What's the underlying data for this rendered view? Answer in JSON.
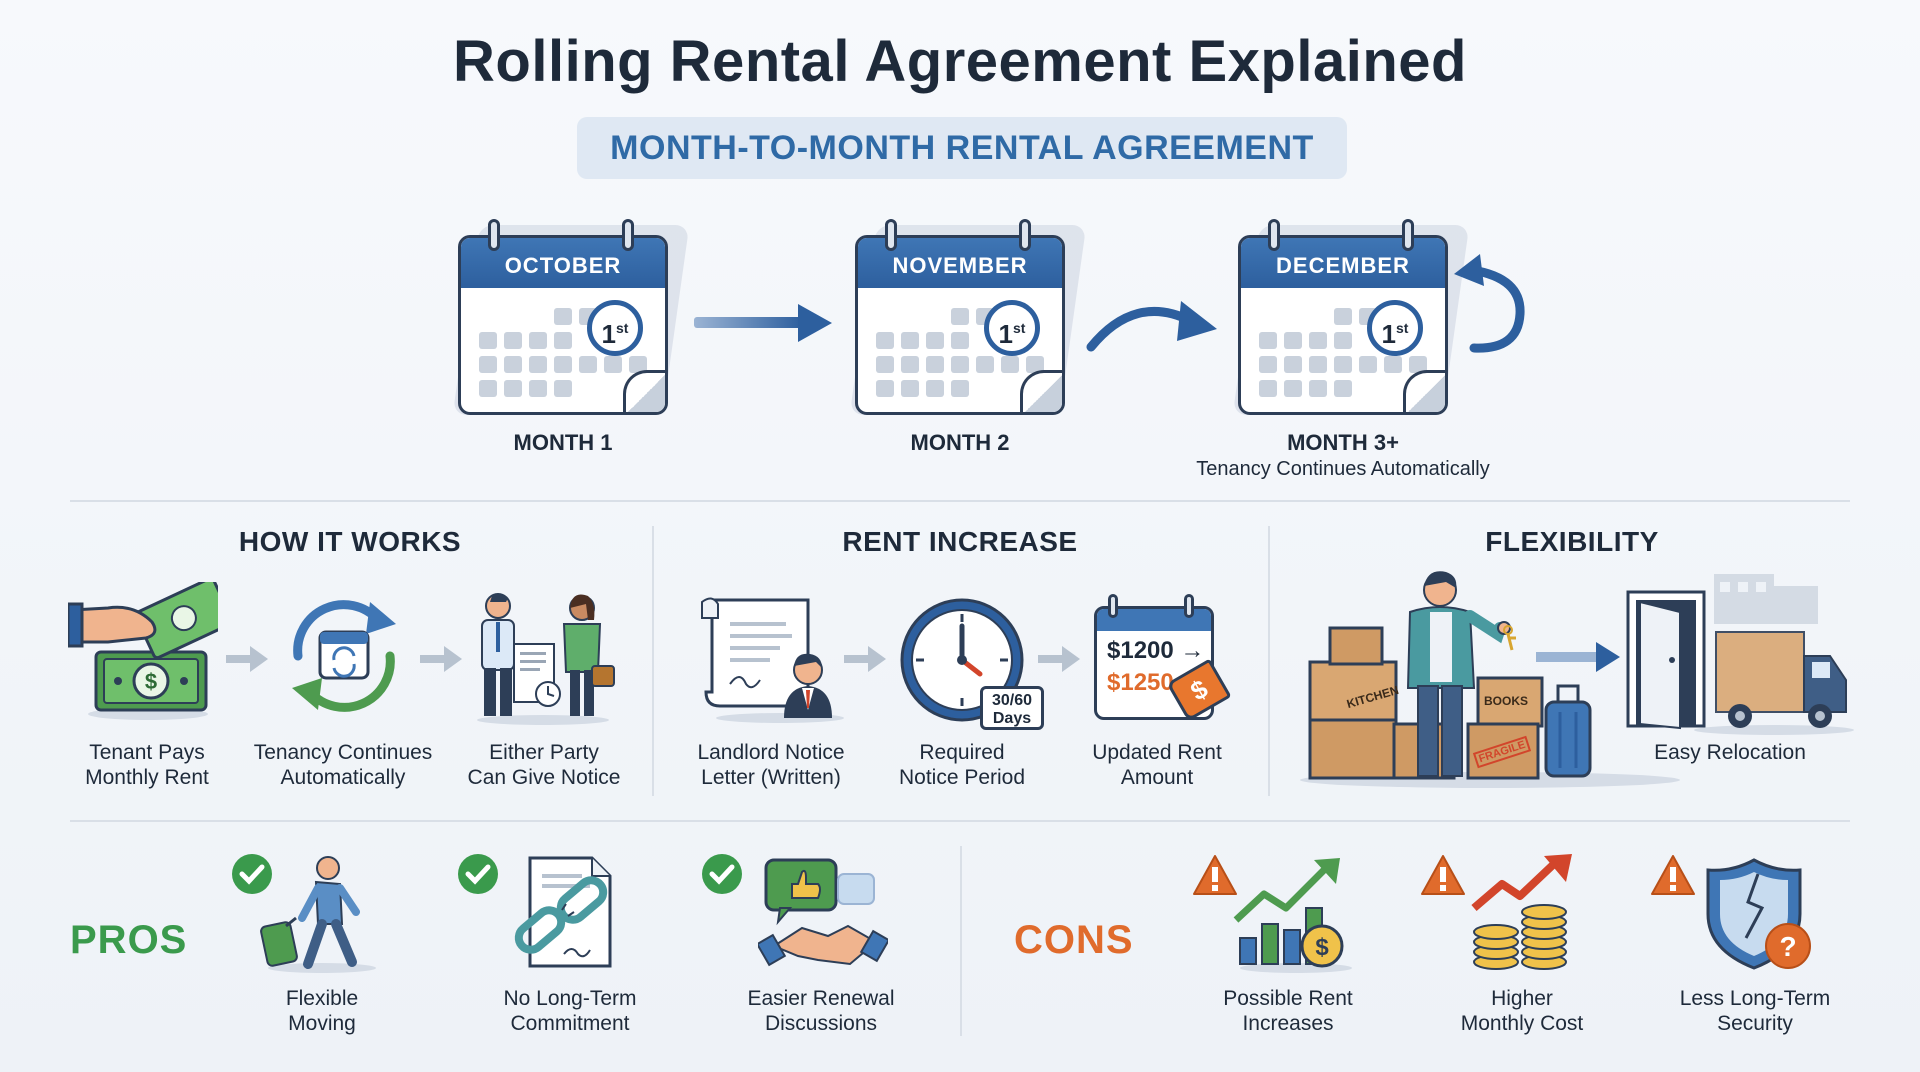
{
  "title": "Rolling Rental Agreement Explained",
  "subtitle": "MONTH-TO-MONTH RENTAL AGREEMENT",
  "timeline": [
    {
      "month": "OCTOBER",
      "day": "1",
      "day_suffix": "st",
      "label": "MONTH 1"
    },
    {
      "month": "NOVEMBER",
      "day": "1",
      "day_suffix": "st",
      "label": "MONTH 2"
    },
    {
      "month": "DECEMBER",
      "day": "1",
      "day_suffix": "st",
      "label": "MONTH 3+",
      "sublabel": "Tenancy Continues Automatically"
    }
  ],
  "how_it_works": {
    "heading": "HOW IT WORKS",
    "steps": [
      {
        "icon": "money-hand-icon",
        "line1": "Tenant Pays",
        "line2": "Monthly Rent"
      },
      {
        "icon": "renew-cycle-icon",
        "line1": "Tenancy Continues",
        "line2": "Automatically"
      },
      {
        "icon": "two-people-notice-icon",
        "line1": "Either Party",
        "line2": "Can Give Notice"
      }
    ]
  },
  "rent_increase": {
    "heading": "RENT INCREASE",
    "steps": [
      {
        "icon": "landlord-letter-icon",
        "line1": "Landlord Notice",
        "line2": "Letter (Written)"
      },
      {
        "icon": "clock-icon",
        "line1": "Required",
        "line2": "Notice Period",
        "badge1": "30/60",
        "badge2": "Days"
      },
      {
        "icon": "rent-tag-calendar-icon",
        "line1": "Updated Rent",
        "line2": "Amount",
        "old_rent": "$1200 →",
        "new_rent": "$1250",
        "tag": "$"
      }
    ]
  },
  "flexibility": {
    "heading": "FLEXIBILITY",
    "box1": "KITCHEN",
    "box2": "BOOKS",
    "box3": "FRAGILE",
    "caption": "Easy Relocation"
  },
  "pros": {
    "label": "PROS",
    "items": [
      {
        "icon": "walking-luggage-icon",
        "line1": "Flexible",
        "line2": "Moving"
      },
      {
        "icon": "broken-chain-icon",
        "line1": "No Long-Term",
        "line2": "Commitment"
      },
      {
        "icon": "handshake-icon",
        "line1": "Easier Renewal",
        "line2": "Discussions"
      }
    ]
  },
  "cons": {
    "label": "CONS",
    "items": [
      {
        "icon": "rising-chart-icon",
        "line1": "Possible Rent",
        "line2": "Increases"
      },
      {
        "icon": "coins-chart-icon",
        "line1": "Higher",
        "line2": "Monthly Cost"
      },
      {
        "icon": "broken-shield-icon",
        "line1": "Less Long-Term",
        "line2": "Security"
      }
    ]
  },
  "colors": {
    "primary_blue": "#2d5f9e",
    "pros_green": "#3a9a4c",
    "cons_orange": "#e06b2c",
    "dark_text": "#1e2a3a"
  }
}
